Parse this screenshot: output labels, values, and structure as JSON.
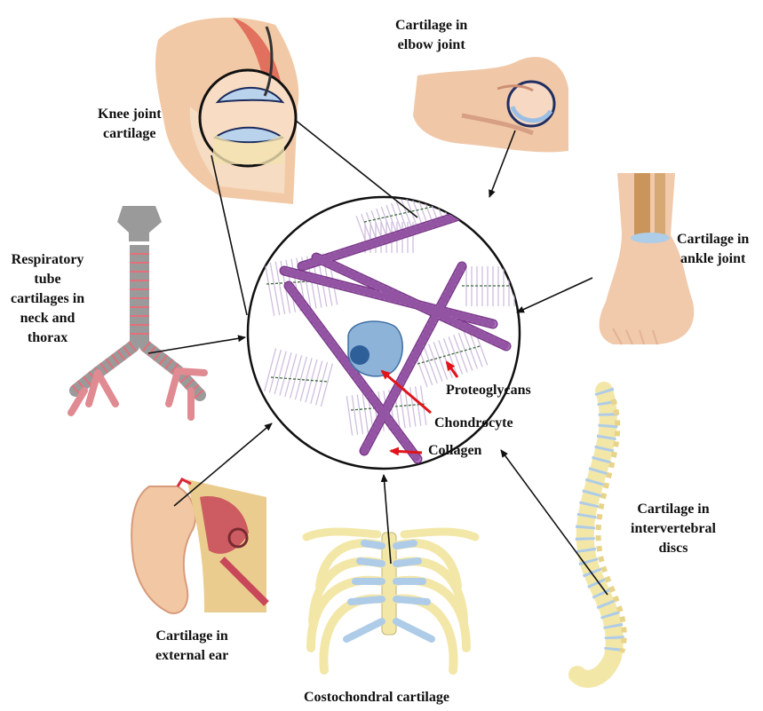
{
  "labels": {
    "knee": [
      "Knee joint",
      "cartilage"
    ],
    "elbow": [
      "Cartilage in",
      "elbow joint"
    ],
    "ankle": [
      "Cartilage in",
      "ankle joint"
    ],
    "respiratory": [
      "Respiratory",
      "tube",
      "cartilages in",
      "neck and",
      "thorax"
    ],
    "ear": [
      "Cartilage in",
      "external ear"
    ],
    "costochondral": "Costochondral cartilage",
    "intervertebral": [
      "Cartilage in",
      "intervertebral",
      "discs"
    ]
  },
  "center_labels": {
    "proteoglycans": "Proteoglycans",
    "chondrocyte": "Chondrocyte",
    "collagen": "Collagen"
  },
  "colors": {
    "collagen": "#a35cb5",
    "proteoglycan": "#c9b6d9",
    "chondrocyte": "#7ea3c9",
    "pointer": "#e0141a",
    "bone": "#f3e7a8",
    "cartilage": "#a9c8e6",
    "trachea": "#8f8f8f"
  }
}
